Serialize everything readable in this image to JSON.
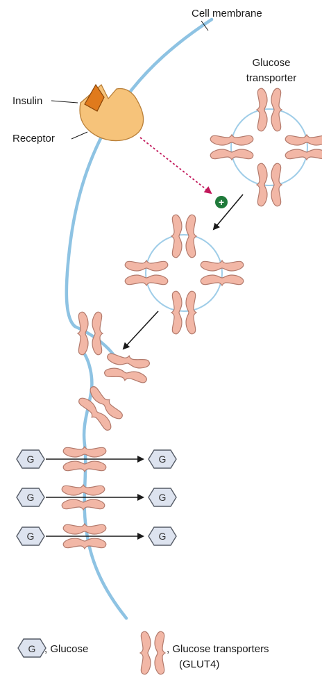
{
  "labels": {
    "cell_membrane": "Cell membrane",
    "glucose_transporter_line1": "Glucose",
    "glucose_transporter_line2": "transporter",
    "insulin": "Insulin",
    "receptor": "Receptor",
    "plus_sign": "+"
  },
  "glucose_molecule_letter": "G",
  "legend": {
    "glucose_letter": "G",
    "glucose_label": ", Glucose",
    "transporters_label": ", Glucose transporters",
    "transporters_sub": "(GLUT4)"
  },
  "colors": {
    "membrane": "#8ec3e3",
    "transporter_fill": "#f2b7a6",
    "transporter_stroke": "#b27a6c",
    "glucose_fill": "#dde3ef",
    "glucose_stroke": "#555b66",
    "insulin_fill": "#e07a1c",
    "receptor_fill": "#f6c37a",
    "signal_arrow": "#c2185b",
    "plus_badge": "#1f7a3a",
    "glut4_text": "#c2185b"
  }
}
